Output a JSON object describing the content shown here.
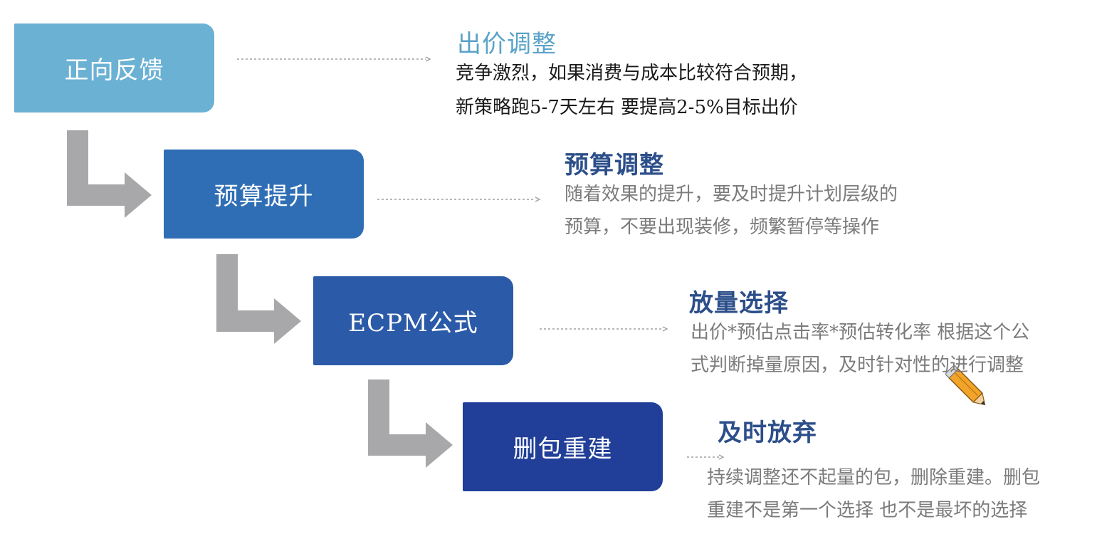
{
  "colors": {
    "box_1": "#6bb1d3",
    "box_2": "#2f6eb5",
    "box_3": "#2b5aa8",
    "box_4": "#213f98",
    "arrow": "#a8a8aa",
    "dotted": "#a0a0a0",
    "title_1": "#5aa3c8",
    "title_dark": "#2c4f8a",
    "text_dark": "#1a1a1a",
    "text_grey": "#7b7b7b"
  },
  "steps": [
    {
      "label": "正向反馈",
      "title": "出价调整",
      "desc": [
        "竞争激烈，如果消费与成本比较符合预期，",
        "新策略跑5-7天左右 要提高2-5%目标出价"
      ]
    },
    {
      "label": "预算提升",
      "title": "预算调整",
      "desc": [
        "随着效果的提升，要及时提升计划层级的",
        "预算，不要出现装修，频繁暂停等操作"
      ]
    },
    {
      "label": "ECPM公式",
      "title": "放量选择",
      "desc": [
        "出价*预估点击率*预估转化率 根据这个公",
        "式判断掉量原因，及时针对性的进行调整"
      ]
    },
    {
      "label": "删包重建",
      "title": "及时放弃",
      "desc": [
        "持续调整还不起量的包，删除重建。删包",
        "重建不是第一个选择 也不是最坏的选择"
      ]
    }
  ],
  "icons": {
    "pencil": "pencil-icon",
    "step_arrow": "bent-arrow-icon"
  }
}
